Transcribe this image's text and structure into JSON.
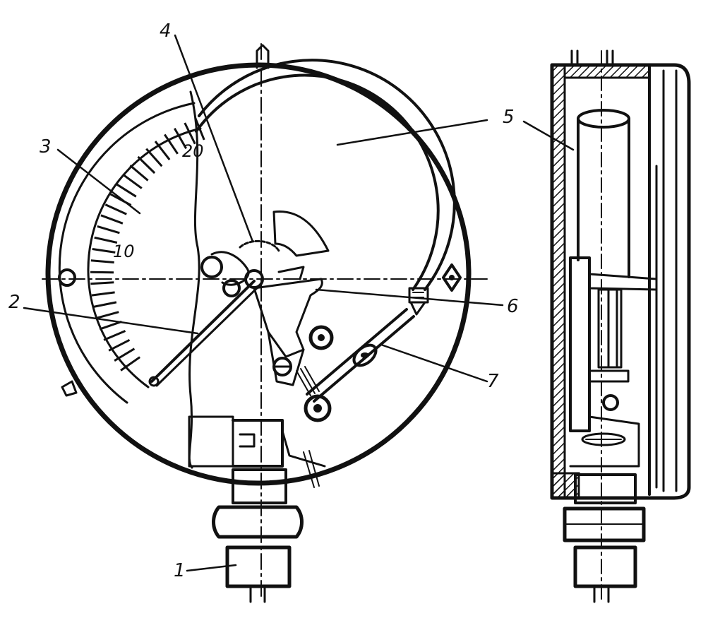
{
  "diagram": {
    "scale_labels": [
      "20",
      "10"
    ],
    "callouts": [
      {
        "id": "1",
        "text": "1"
      },
      {
        "id": "2",
        "text": "2"
      },
      {
        "id": "3",
        "text": "3"
      },
      {
        "id": "4",
        "text": "4"
      },
      {
        "id": "5",
        "text": "5"
      },
      {
        "id": "6",
        "text": "6"
      },
      {
        "id": "7",
        "text": "7"
      }
    ]
  },
  "colors": {
    "ink": "#111111",
    "paper": "#ffffff"
  }
}
